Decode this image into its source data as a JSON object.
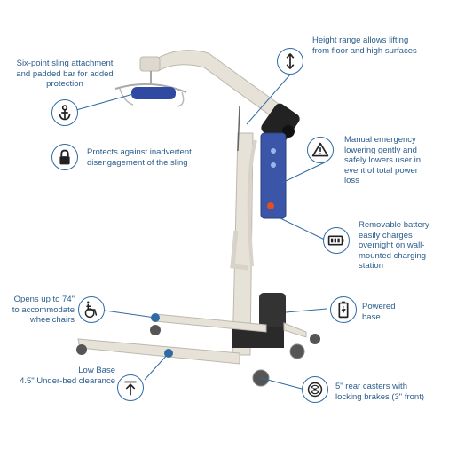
{
  "callouts": {
    "height_range": "Height range allows lifting from floor and high surfaces",
    "sling": "Six-point sling attachment and padded bar for added protection",
    "protects": "Protects against inadvertent disengagement of the sling",
    "emergency": "Manual emergency lowering gently and safely lowers user in event of total power loss",
    "battery": "Removable battery easily charges overnight on wall-mounted charging station",
    "opens": "Opens up to 74\" to accommodate wheelchairs",
    "powered_base": "Powered base",
    "low_base": "Low Base\n4.5\" Under-bed clearance",
    "casters": "5\" rear casters with locking brakes (3\" front)"
  },
  "icons": {
    "height": "up-down-arrow-icon",
    "anchor": "anchor-hook-icon",
    "lock": "lock-icon",
    "warning": "warning-triangle-icon",
    "battery": "battery-icon",
    "wheelchair": "wheelchair-icon",
    "powered_battery": "powered-battery-icon",
    "low_base": "arrow-up-to-line-icon",
    "caster": "caster-wheel-icon"
  },
  "colors": {
    "text": "#2a5c8c",
    "icon_stroke": "#2f6aa5",
    "leader": "#2f6aa5",
    "lift_frame": "#e6e2d8",
    "lift_shadow": "#bdb8ad",
    "pad_blue": "#2f4aa0",
    "control_box": "#3b55a8",
    "dark": "#222222"
  }
}
